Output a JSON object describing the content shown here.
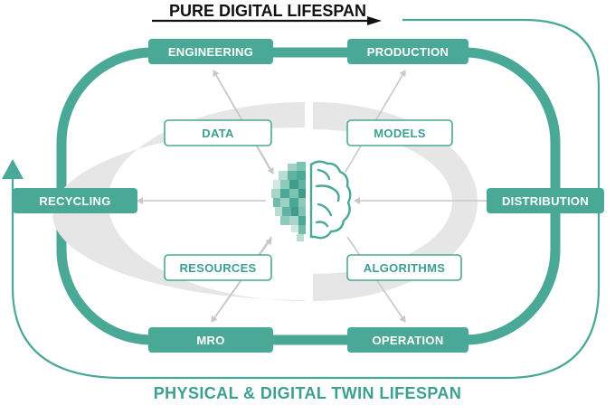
{
  "titles": {
    "top": "PURE DIGITAL LIFESPAN",
    "bottom": "PHYSICAL & DIGITAL TWIN LIFESPAN"
  },
  "stages": {
    "engineering": "ENGINEERING",
    "production": "PRODUCTION",
    "distribution": "DISTRIBUTION",
    "operation": "OPERATION",
    "mro": "MRO",
    "recycling": "RECYCLING"
  },
  "inputs": {
    "data": "DATA",
    "models": "MODELS",
    "resources": "RESOURCES",
    "algorithms": "ALGORITHMS"
  },
  "colors": {
    "teal": "#4aa896",
    "teal_light": "#7cc3b2",
    "ring_gray": "#e6e6e6",
    "arrow_gray": "#c8c8c8",
    "text_dark": "#111111"
  },
  "icons": {
    "center": "brain-icon"
  }
}
